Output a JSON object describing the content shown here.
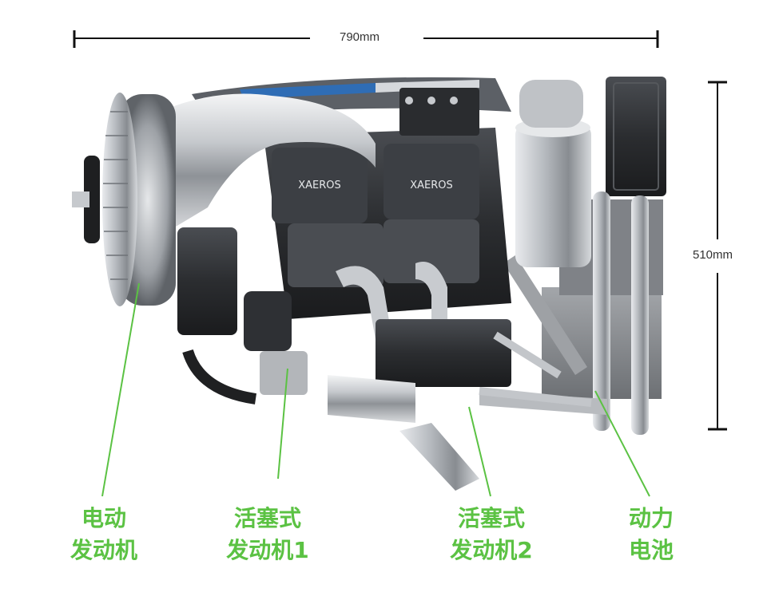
{
  "dimensions": {
    "width_label": "790mm",
    "height_label": "510mm"
  },
  "engine": {
    "brand_text": "XAEROS"
  },
  "callouts": [
    {
      "line1": "电动",
      "line2": "发动机"
    },
    {
      "line1": "活塞式",
      "line2": "发动机1"
    },
    {
      "line1": "活塞式",
      "line2": "发动机2"
    },
    {
      "line1": "动力",
      "line2": "电池"
    }
  ],
  "colors": {
    "callout_green": "#5bc243",
    "dimension_line": "#111111",
    "engine_silver": "#c9ccd0",
    "engine_dark": "#2b2d30"
  }
}
